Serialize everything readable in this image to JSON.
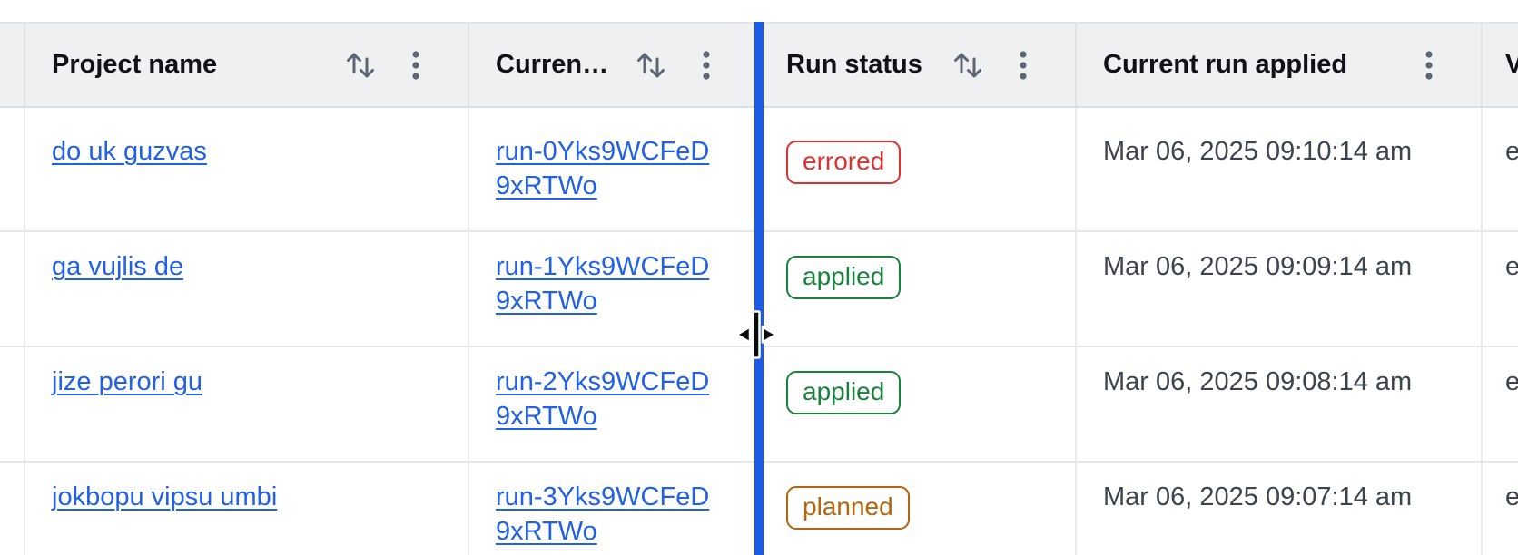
{
  "colors": {
    "link": "#2160e8",
    "resize_line": "#1c5bea",
    "header_text": "#101218",
    "body_text": "#3e444e",
    "icon": "#5f6672",
    "status": {
      "errored": "#e03131",
      "applied": "#18823b",
      "planned": "#b3640e"
    }
  },
  "table": {
    "columns": {
      "project": {
        "label": "Project name"
      },
      "current_run": {
        "label": "Curren…"
      },
      "run_status": {
        "label": "Run status"
      },
      "current_run_applied": {
        "label": "Current run applied"
      },
      "partial": {
        "label": "V"
      }
    },
    "rows": [
      {
        "project": "do uk guzvas",
        "current_run": "run-0Yks9WCFeD9xRTWo",
        "run_status": "errored",
        "current_run_applied": "Mar 06, 2025 09:10:14 am",
        "partial": "e"
      },
      {
        "project": "ga vujlis de",
        "current_run": "run-1Yks9WCFeD9xRTWo",
        "run_status": "applied",
        "current_run_applied": "Mar 06, 2025 09:09:14 am",
        "partial": "e"
      },
      {
        "project": "jize perori gu",
        "current_run": "run-2Yks9WCFeD9xRTWo",
        "run_status": "applied",
        "current_run_applied": "Mar 06, 2025 09:08:14 am",
        "partial": "e"
      },
      {
        "project": "jokbopu vipsu umbi",
        "current_run": "run-3Yks9WCFeD9xRTWo",
        "run_status": "planned",
        "current_run_applied": "Mar 06, 2025 09:07:14 am",
        "partial": "e"
      }
    ]
  }
}
